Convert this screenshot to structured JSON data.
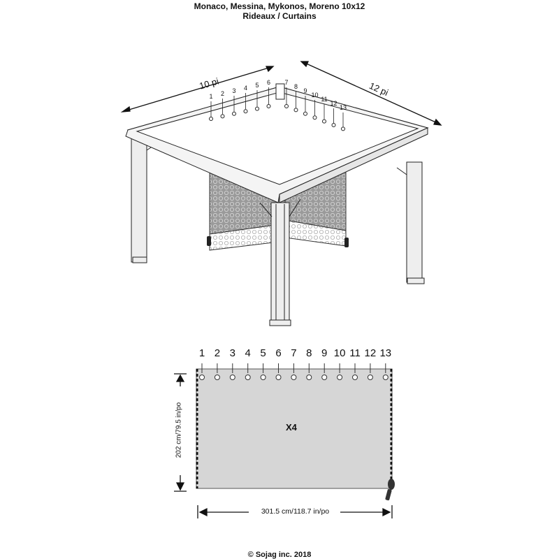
{
  "header": {
    "title_line1": "Monaco, Messina, Mykonos, Moreno 10x12",
    "title_line2": "Rideaux / Curtains"
  },
  "gazebo": {
    "width_label": "10 pi",
    "depth_label": "12 pi",
    "hook_numbers": [
      "1",
      "2",
      "3",
      "4",
      "5",
      "6",
      "7",
      "8",
      "9",
      "10",
      "11",
      "12",
      "13"
    ]
  },
  "curtain": {
    "grommet_numbers": [
      "1",
      "2",
      "3",
      "4",
      "5",
      "6",
      "7",
      "8",
      "9",
      "10",
      "11",
      "12",
      "13"
    ],
    "quantity": "X4",
    "height_label": "202 cm/79.5 in/po",
    "width_label": "301.5 cm/118.7 in/po",
    "fill_color": "#d6d6d6"
  },
  "footer": {
    "copyright": "© Sojag inc. 2018"
  }
}
